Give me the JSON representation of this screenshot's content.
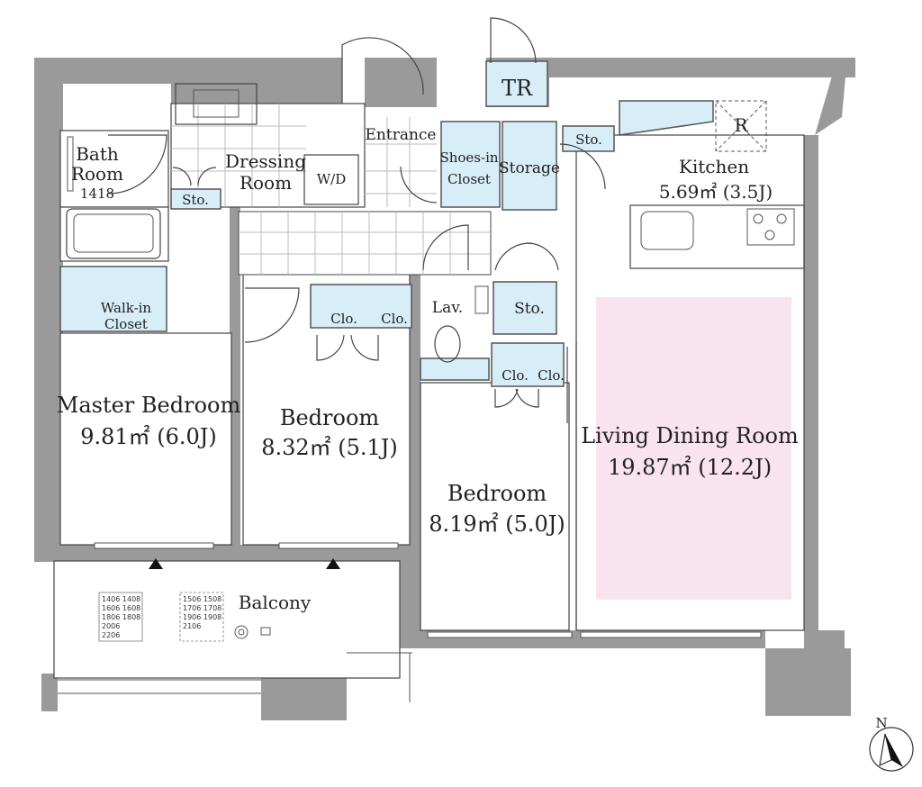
{
  "rooms": {
    "bath_l1": "Bath",
    "bath_l2": "Room",
    "bath_code": "1418",
    "dressing_l1": "Dressing",
    "dressing_l2": "Room",
    "wd": "W/D",
    "sto_bath": "Sto.",
    "entrance": "Entrance",
    "shoes_l1": "Shoes-in",
    "shoes_l2": "Closet",
    "storage": "Storage",
    "tr": "TR",
    "sto_kitchen": "Sto.",
    "r": "R",
    "kitchen_name": "Kitchen",
    "kitchen_area": "5.69㎡ (3.5J)",
    "walkin_l1": "Walk-in",
    "walkin_l2": "Closet",
    "clo1": "Clo.",
    "clo2": "Clo.",
    "lav": "Lav.",
    "sto_lav": "Sto.",
    "clo3": "Clo.",
    "clo4": "Clo.",
    "master_name": "Master Bedroom",
    "master_area": "9.81㎡ (6.0J)",
    "bedroom2_name": "Bedroom",
    "bedroom2_area": "8.32㎡ (5.1J)",
    "bedroom3_name": "Bedroom",
    "bedroom3_area": "8.19㎡ (5.0J)",
    "living_name": "Living Dining Room",
    "living_area": "19.87㎡ (12.2J)",
    "balcony": "Balcony"
  },
  "unit_codes": {
    "left": [
      "1406 1408",
      "1606 1608",
      "1806 1808",
      "2006",
      "2206"
    ],
    "right": [
      "1506 1508",
      "1706 1708",
      "1906 1908",
      "2106"
    ]
  },
  "compass": {
    "label": "N"
  },
  "colors": {
    "wall": "#9a9a9a",
    "closet_fill": "#d7edf7",
    "living_highlight": "#f9e3ee"
  }
}
